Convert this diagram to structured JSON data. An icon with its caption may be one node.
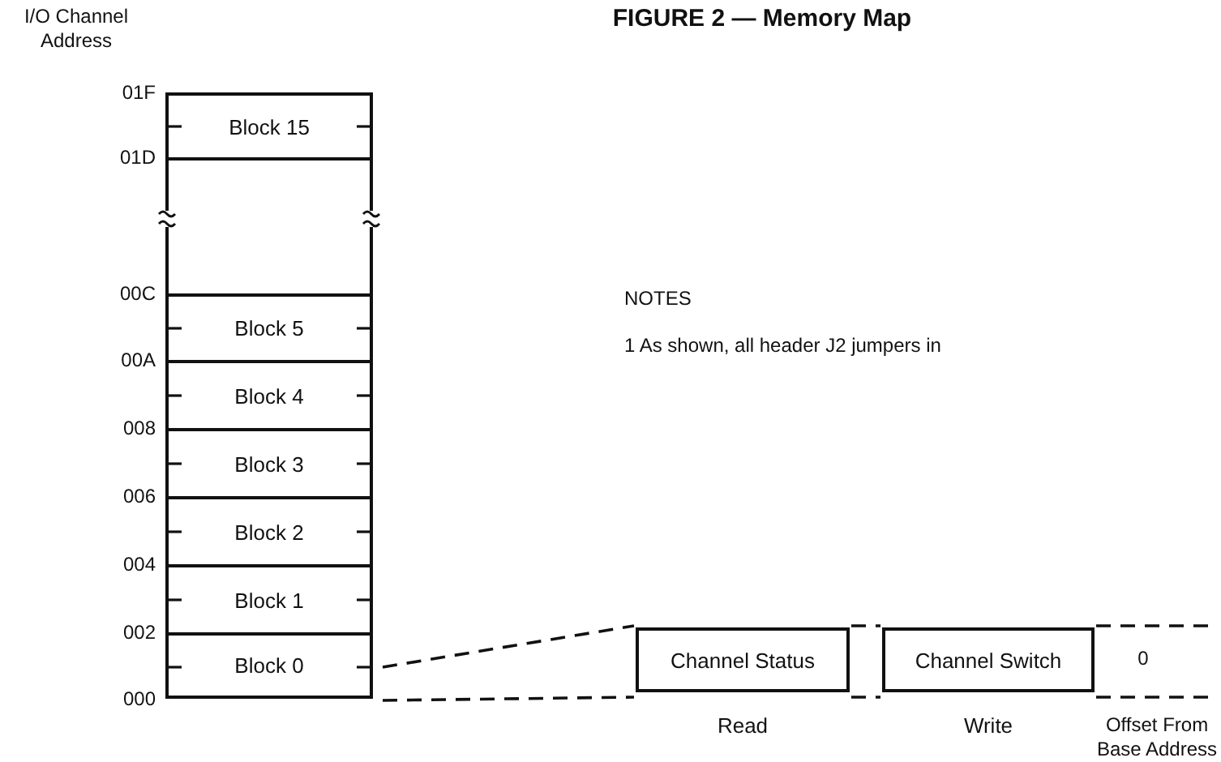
{
  "diagram": {
    "title": "FIGURE 2 — Memory Map",
    "nodes": [
      {
        "text": [
          "Block 15"
        ]
      },
      {
        "text": [],
        "shape": "box"
      },
      {
        "text": [
          "Block 5"
        ]
      },
      {
        "text": [
          "Block 4"
        ]
      },
      {
        "text": [
          "Block 3"
        ]
      },
      {
        "text": [
          "Block 2"
        ]
      },
      {
        "text": [
          "Block 1"
        ]
      },
      {
        "text": [
          "Block 0"
        ]
      },
      {
        "text": [
          "Channel Status"
        ],
        "beside": [
          "Read"
        ]
      },
      {
        "text": [
          "Channel Switch"
        ],
        "beside": [
          "Write"
        ]
      }
    ],
    "edges": [
      {
        "from": 7,
        "to": 8,
        "arrow": "none",
        "style": "dashed"
      },
      {
        "from": 7,
        "to": 8,
        "arrow": "none",
        "style": "dashed"
      },
      {
        "from": 8,
        "to": 9,
        "arrow": "none",
        "style": "dashed"
      },
      {
        "from": 8,
        "to": 9,
        "arrow": "none",
        "style": "dashed"
      },
      {
        "from": 9,
        "to": null,
        "arrow": "none",
        "style": "dashed"
      },
      {
        "from": 9,
        "to": null,
        "arrow": "none",
        "style": "dashed"
      }
    ],
    "labels": [
      "I/O Channel Address",
      "01F",
      "01D",
      "00C",
      "00A",
      "008",
      "006",
      "004",
      "002",
      "000",
      "NOTES",
      "1 As shown, all header J2 jumpers in",
      "0",
      "Offset From Base Address"
    ]
  }
}
